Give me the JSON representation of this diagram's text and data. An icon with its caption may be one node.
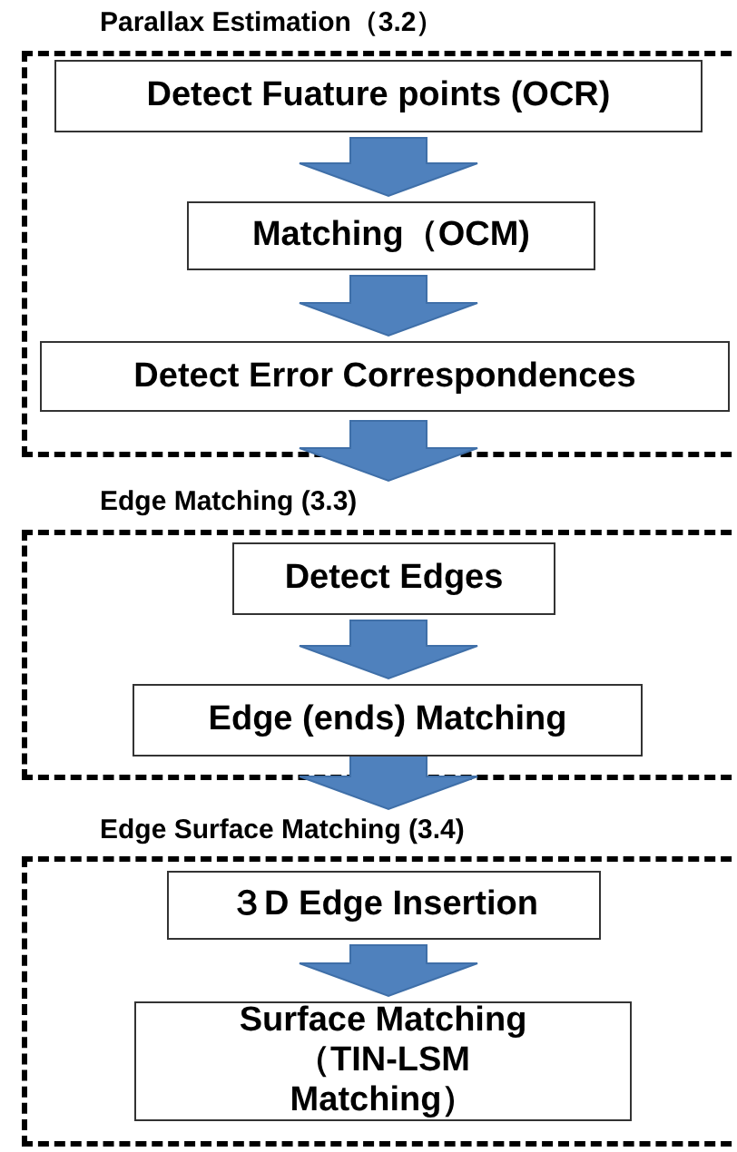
{
  "diagram": {
    "nodes": [
      {
        "text": [
          "Parallax Estimation（3.2）"
        ]
      },
      {
        "text": [
          "Detect Fuature points (OCR)"
        ],
        "in": 0
      },
      {
        "text": [
          "Matching（OCM)"
        ],
        "in": 0
      },
      {
        "text": [
          "Detect Error Correspondences"
        ],
        "in": 0
      },
      {
        "text": [
          "Edge Matching (3.3)"
        ]
      },
      {
        "text": [
          "Detect Edges"
        ],
        "in": 4
      },
      {
        "text": [
          "Edge (ends) Matching"
        ],
        "in": 4
      },
      {
        "text": [
          "Edge Surface Matching (3.4)"
        ]
      },
      {
        "text": [
          "３D Edge Insertion"
        ],
        "in": 7
      },
      {
        "text": [
          "Surface Matching （TIN-LSM Matching）"
        ],
        "in": 7
      }
    ],
    "edges": [
      {
        "from": 1,
        "to": 2,
        "arrow": "to"
      },
      {
        "from": 2,
        "to": 3,
        "arrow": "to"
      },
      {
        "from": 0,
        "to": 4,
        "arrow": "to"
      },
      {
        "from": 5,
        "to": 6,
        "arrow": "to"
      },
      {
        "from": 4,
        "to": 7,
        "arrow": "to"
      },
      {
        "from": 8,
        "to": 9,
        "arrow": "to"
      }
    ]
  }
}
